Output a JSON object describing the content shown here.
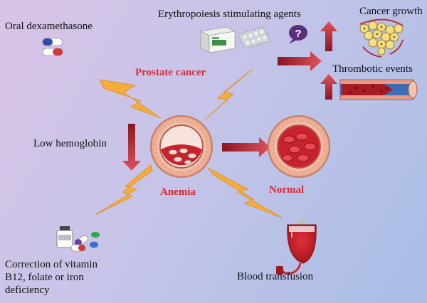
{
  "labels": {
    "oral_dex": "Oral dexamethasone",
    "esa": "Erythropoiesis stimulating agents",
    "cancer_growth": "Cancer growth",
    "thrombotic": "Thrombotic events",
    "prostate": "Prostate cancer",
    "low_hb": "Low hemoglobin",
    "anemia": "Anemia",
    "normal": "Normal",
    "correction_1": "Correction of vitamin",
    "correction_2": "B12, folate or iron",
    "correction_3": "deficiency",
    "transfusion": "Blood transfusion"
  },
  "icons": {
    "question": "?"
  },
  "colors": {
    "accent_red": "#d92a36",
    "bolt": "#f4ac3a",
    "arrow": "#c0323d",
    "vessel": "#f2c4ad"
  }
}
